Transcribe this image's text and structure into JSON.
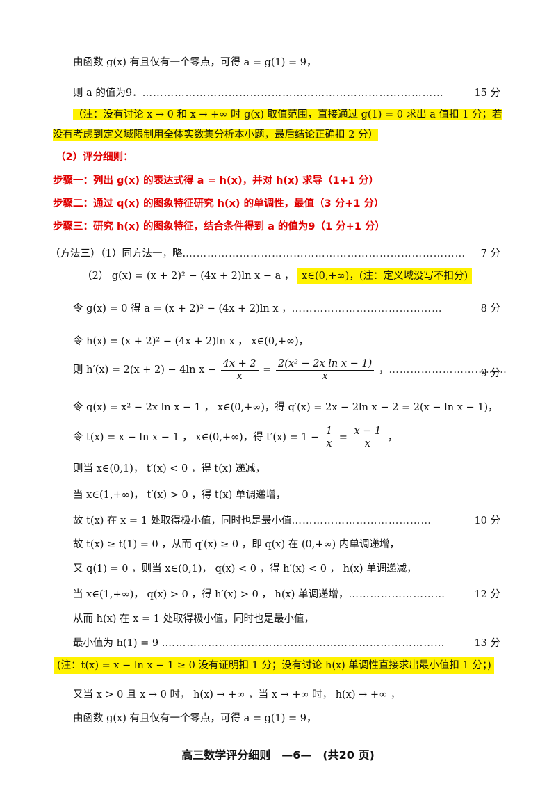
{
  "lines": {
    "l1": "由函数 g(x) 有且仅有一个零点，可得 a = g(1) = 9，",
    "l2_text": "则 a 的值为9．",
    "l2_pts": "15 分",
    "note1_a": "（注：没有讨论 x → 0 和 x → +∞ 时 g(x) 取值范围，直接通过 g(1) = 0 求出 a 值扣 1 分；若",
    "note1_b": "没有考虑到定义域限制用全体实数集分析本小题，最后结论正确扣 2 分）",
    "rule_head": "（2）评分细则：",
    "step1": "步骤一：列出 g(x) 的表达式得 a = h(x)，并对 h(x) 求导（1+1 分）",
    "step2": "步骤二：通过 q(x) 的图象特征研究 h(x) 的单调性，最值（3 分+1 分）",
    "step3": "步骤三：研究 h(x) 的图象特征，结合条件得到 a 的值为9（1 分+1 分）",
    "m3_text": "（方法三）（1）同方法一，略.",
    "m3_pts": "7 分",
    "m3_2a": "（2） g(x) = (x + 2)² − (4x + 2)ln x − a ，",
    "m3_2b": "x∈(0,+∞)，(注：定义域没写不扣分)",
    "l8_text": "令 g(x) = 0 得 a = (x + 2)² − (4x + 2)ln x ，",
    "l8_pts": "8 分",
    "l9": "令 h(x) = (x + 2)² − (4x + 2)ln x ， x∈(0,+∞)，",
    "l10_pre": "则 h′(x) = 2(x + 2) − 4ln x −",
    "l10_f1n": "4x + 2",
    "l10_f1d": "x",
    "l10_eq": "=",
    "l10_f2n": "2(x² − 2x ln x − 1)",
    "l10_f2d": "x",
    "l10_post": "，",
    "l10_pts": "9 分",
    "l11": "令 q(x) = x² − 2x ln x − 1 ， x∈(0,+∞)，得 q′(x) = 2x − 2ln x − 2 = 2(x − ln x − 1)，",
    "l12_pre": "令 t(x) = x − ln x − 1 ， x∈(0,+∞)，得 t′(x) = 1 −",
    "l12_f1n": "1",
    "l12_f1d": "x",
    "l12_eq": "=",
    "l12_f2n": "x − 1",
    "l12_f2d": "x",
    "l12_post": "，",
    "l13": "则当 x∈(0,1)， t′(x) < 0 ，得 t(x) 递减，",
    "l14": "当 x∈(1,+∞)， t′(x) > 0 ，得 t(x) 单调递增，",
    "l15_text": "故 t(x) 在 x = 1 处取得极小值，同时也是最小值",
    "l15_pts": "10 分",
    "l16": "故 t(x) ≥ t(1) = 0 ，从而 q′(x) ≥ 0 ，即 q(x) 在 (0,+∞) 内单调递增，",
    "l17": "又 q(1) = 0 ，则当 x∈(0,1)， q(x) < 0 ，得 h′(x) < 0 ， h(x) 单调递减，",
    "l18_text": "当 x∈(1,+∞)， q(x) > 0 ，得 h′(x) > 0 ， h(x) 单调递增，",
    "l18_pts": "12 分",
    "l19": "从而 h(x) 在 x = 1 处取得极小值，同时也是最小值，",
    "l20_text": "最小值为 h(1) = 9 .",
    "l20_pts": "13 分",
    "note2": "(注：t(x) = x − ln x − 1 ≥ 0 没有证明扣 1 分；没有讨论 h(x) 单调性直接求出最小值扣 1 分；)",
    "l22": "又当 x > 0 且 x → 0 时， h(x) → +∞ ，当 x → +∞ 时， h(x) → +∞ ，",
    "l23": "由函数 g(x) 有且仅有一个零点，可得 a = g(1) = 9，"
  },
  "footer": "高三数学评分细则　—6—　(共20 页)",
  "colors": {
    "highlight": "#fff200",
    "red": "#e00000"
  }
}
